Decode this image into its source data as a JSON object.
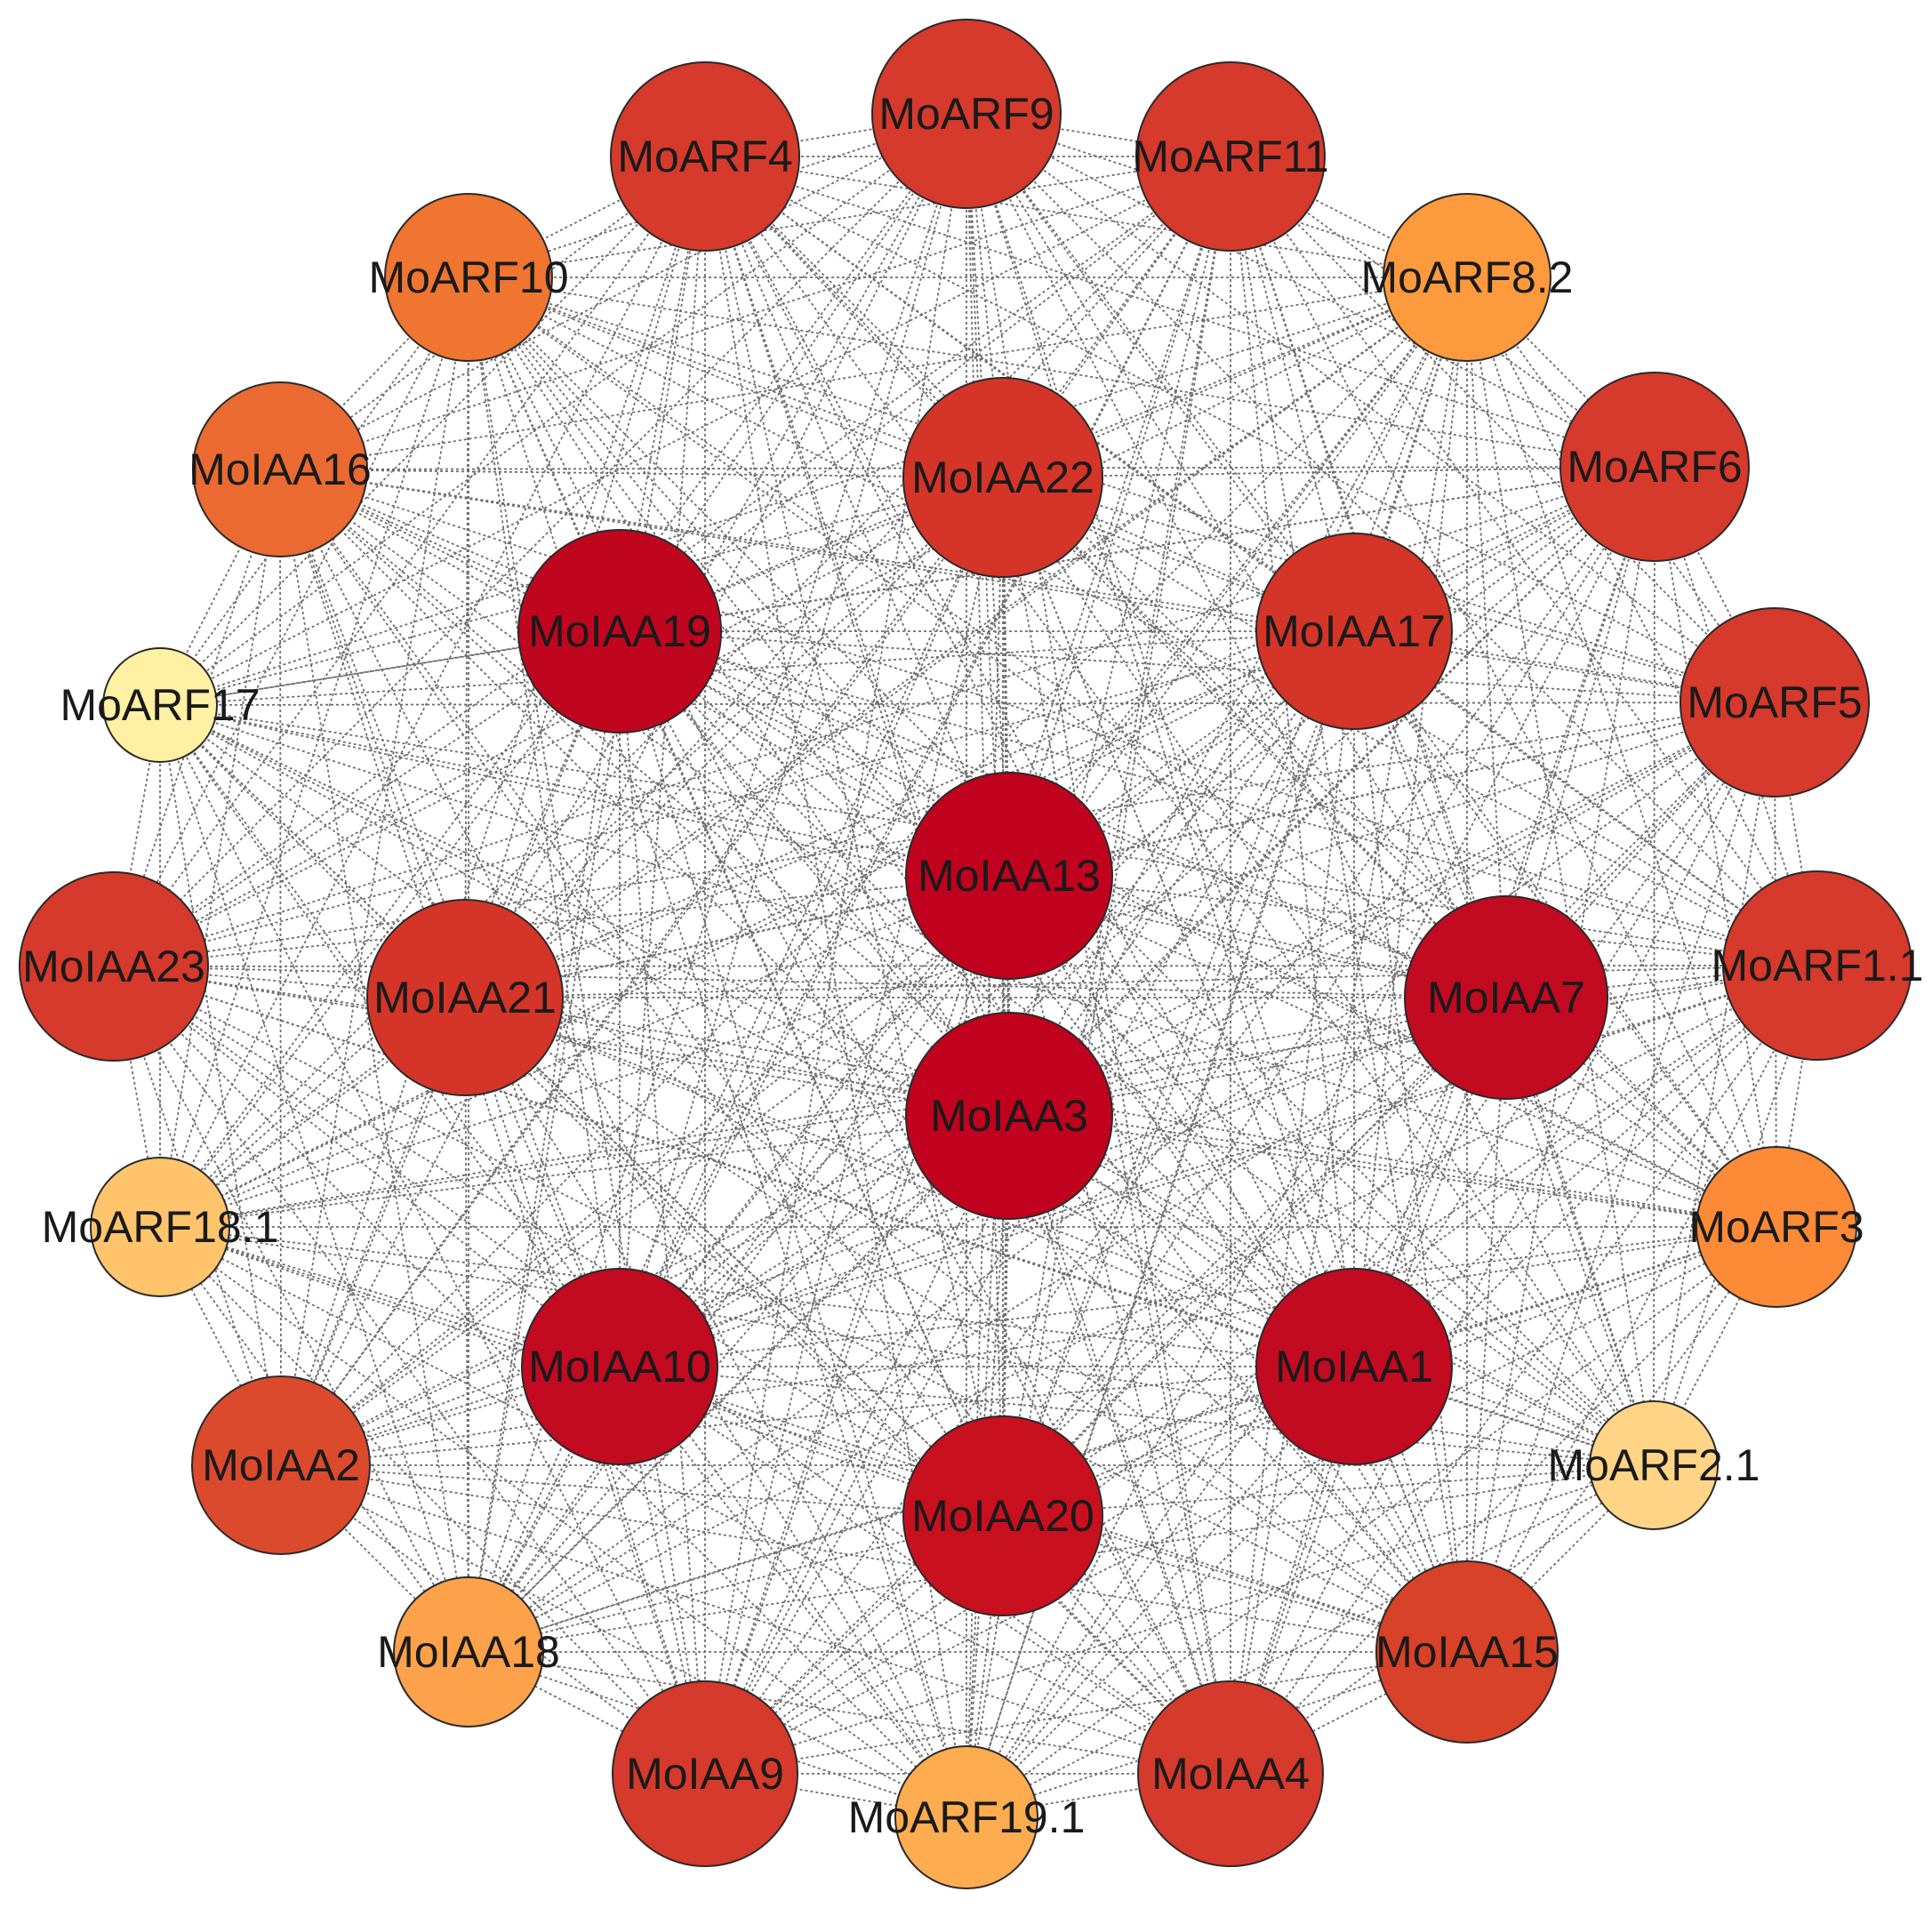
{
  "nodes": [
    {
      "id": "MoARF9",
      "label": "MoARF9",
      "color": "#d63a2c"
    },
    {
      "id": "MoARF4",
      "label": "MoARF4",
      "color": "#d63a2c"
    },
    {
      "id": "MoARF11",
      "label": "MoARF11",
      "color": "#d63a2c"
    },
    {
      "id": "MoARF10",
      "label": "MoARF10",
      "color": "#ef7530"
    },
    {
      "id": "MoARF8.2",
      "label": "MoARF8.2",
      "color": "#fd9a3e"
    },
    {
      "id": "MoIAA16",
      "label": "MoIAA16",
      "color": "#ea6a32"
    },
    {
      "id": "MoIAA22",
      "label": "MoIAA22",
      "color": "#d43528"
    },
    {
      "id": "MoARF6",
      "label": "MoARF6",
      "color": "#d63a2c"
    },
    {
      "id": "MoIAA19",
      "label": "MoIAA19",
      "color": "#c0061f"
    },
    {
      "id": "MoIAA17",
      "label": "MoIAA17",
      "color": "#d43528"
    },
    {
      "id": "MoARF17",
      "label": "MoARF17",
      "color": "#fff0a4"
    },
    {
      "id": "MoARF5",
      "label": "MoARF5",
      "color": "#d63a2c"
    },
    {
      "id": "MoIAA13",
      "label": "MoIAA13",
      "color": "#c0021e"
    },
    {
      "id": "MoIAA23",
      "label": "MoIAA23",
      "color": "#d63a2c"
    },
    {
      "id": "MoIAA21",
      "label": "MoIAA21",
      "color": "#d43528"
    },
    {
      "id": "MoIAA7",
      "label": "MoIAA7",
      "color": "#c20a21"
    },
    {
      "id": "MoARF1.1",
      "label": "MoARF1.1",
      "color": "#d63a2c"
    },
    {
      "id": "MoIAA3",
      "label": "MoIAA3",
      "color": "#c0021e"
    },
    {
      "id": "MoARF18.1",
      "label": "MoARF18.1",
      "color": "#ffc46c"
    },
    {
      "id": "MoARF3",
      "label": "MoARF3",
      "color": "#fd8a36"
    },
    {
      "id": "MoIAA10",
      "label": "MoIAA10",
      "color": "#c20a21"
    },
    {
      "id": "MoIAA1",
      "label": "MoIAA1",
      "color": "#c20a21"
    },
    {
      "id": "MoIAA2",
      "label": "MoIAA2",
      "color": "#dc4a2e"
    },
    {
      "id": "MoARF2.1",
      "label": "MoARF2.1",
      "color": "#ffd486"
    },
    {
      "id": "MoIAA20",
      "label": "MoIAA20",
      "color": "#c8101f"
    },
    {
      "id": "MoIAA18",
      "label": "MoIAA18",
      "color": "#fda24a"
    },
    {
      "id": "MoIAA15",
      "label": "MoIAA15",
      "color": "#d84229"
    },
    {
      "id": "MoIAA9",
      "label": "MoIAA9",
      "color": "#d63a2c"
    },
    {
      "id": "MoARF19.1",
      "label": "MoARF19.1",
      "color": "#fdac50"
    },
    {
      "id": "MoIAA4",
      "label": "MoIAA4",
      "color": "#d63a2c"
    }
  ],
  "edge_style": {
    "color": "#6e6e6e",
    "dashed": true
  }
}
